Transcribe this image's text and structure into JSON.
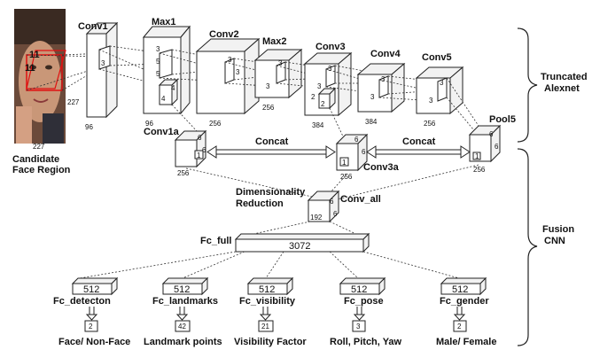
{
  "image_labels": {
    "candidate": [
      "Candidate",
      "Face Region"
    ],
    "dim_227_side": "227",
    "dim_227_bottom": "227",
    "kernel_11a": "11",
    "kernel_11b": "11"
  },
  "layers": {
    "conv1": {
      "name": "Conv1",
      "k": "3",
      "depth": "96"
    },
    "max1": {
      "name": "Max1",
      "k1": "3",
      "k2": "5",
      "k3": "5",
      "depth": "96",
      "sub1": "4",
      "sub2": "4"
    },
    "conv2": {
      "name": "Conv2",
      "k1": "3",
      "k2": "3",
      "depth": "256"
    },
    "max2": {
      "name": "Max2",
      "k1": "3",
      "k2": "3",
      "depth": "256"
    },
    "conv3": {
      "name": "Conv3",
      "k1": "3",
      "k2": "3",
      "k3": "2",
      "k4": "2",
      "depth": "384"
    },
    "conv4": {
      "name": "Conv4",
      "k1": "3",
      "k2": "3",
      "depth": "384"
    },
    "conv5": {
      "name": "Conv5",
      "k1": "3",
      "k2": "3",
      "depth": "256"
    },
    "pool5": {
      "name": "Pool5",
      "d1": "6",
      "d2": "6",
      "one": "1",
      "depth": "256"
    },
    "conv1a": {
      "name": "Conv1a",
      "d1": "6",
      "d2": "6",
      "one": "1",
      "depth": "256"
    },
    "conv3a": {
      "name": "Conv3a",
      "d1": "6",
      "d2": "6",
      "one": "1",
      "depth": "256"
    },
    "conv_all": {
      "name": "Conv_all",
      "d1": "6",
      "d2": "6",
      "depth": "192"
    }
  },
  "concat": [
    "Concat",
    "Concat"
  ],
  "dim_reduction": [
    "Dimensionality",
    "Reduction"
  ],
  "fc_full": {
    "name": "Fc_full",
    "size": "3072"
  },
  "heads": [
    {
      "name": "Fc_detecton",
      "size": "512",
      "out": "2",
      "label": "Face/ Non-Face"
    },
    {
      "name": "Fc_landmarks",
      "size": "512",
      "out": "42",
      "label": "Landmark points"
    },
    {
      "name": "Fc_visibility",
      "size": "512",
      "out": "21",
      "label": "Visibility Factor"
    },
    {
      "name": "Fc_pose",
      "size": "512",
      "out": "3",
      "label": "Roll, Pitch, Yaw"
    },
    {
      "name": "Fc_gender",
      "size": "512",
      "out": "2",
      "label": "Male/ Female"
    }
  ],
  "braces": {
    "truncated": [
      "Truncated",
      "Alexnet"
    ],
    "fusion": [
      "Fusion",
      "CNN"
    ]
  }
}
